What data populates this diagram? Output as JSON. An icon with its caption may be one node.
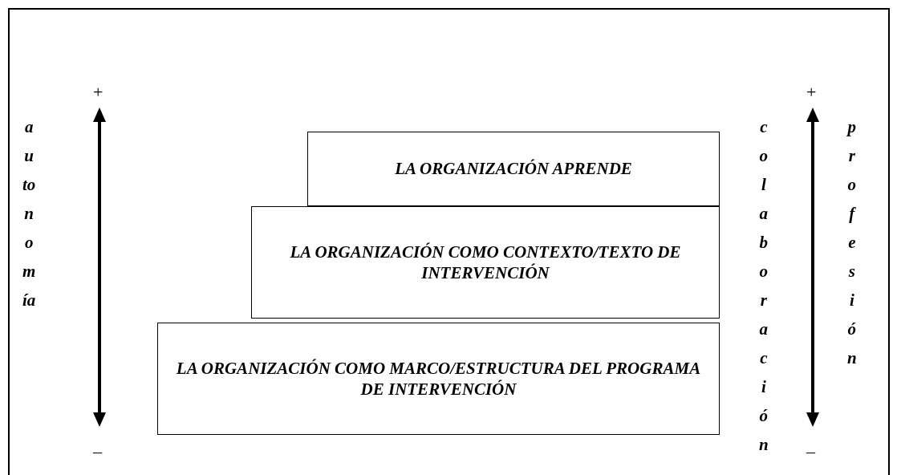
{
  "diagram": {
    "nodes": [
      {
        "text": [
          "LA ORGANIZACIÓN APRENDE"
        ]
      },
      {
        "text": [
          "LA ORGANIZACIÓN COMO CONTEXTO/TEXTO DE INTERVENCIÓN"
        ]
      },
      {
        "text": [
          "LA ORGANIZACIÓN COMO MARCO/ESTRUCTURA DEL PROGRAMA DE INTERVENCIÓN"
        ]
      }
    ],
    "labels": [
      "autonomía",
      "+",
      "–",
      "colaboración",
      "+",
      "–",
      "profesión"
    ]
  }
}
